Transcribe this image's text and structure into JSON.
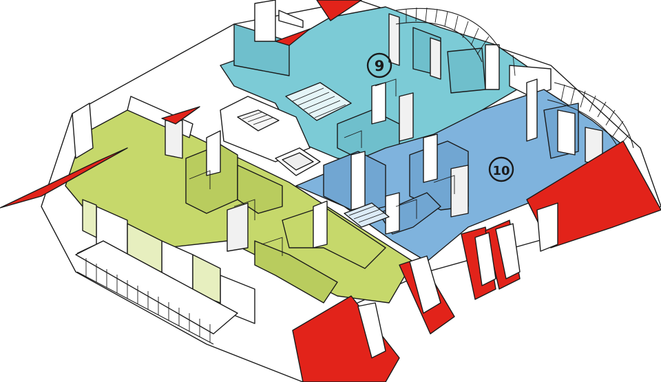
{
  "units": [
    {
      "id": "9",
      "label": "9",
      "color": "#7ccbd6"
    },
    {
      "id": "10",
      "label": "10",
      "color": "#7fb3dd"
    }
  ],
  "colors": {
    "green_unit": "#c6d86b",
    "roof": "#e2231a",
    "wall": "#ffffff",
    "wall_shade": "#f1f1f1",
    "outline": "#1a1a1a"
  }
}
